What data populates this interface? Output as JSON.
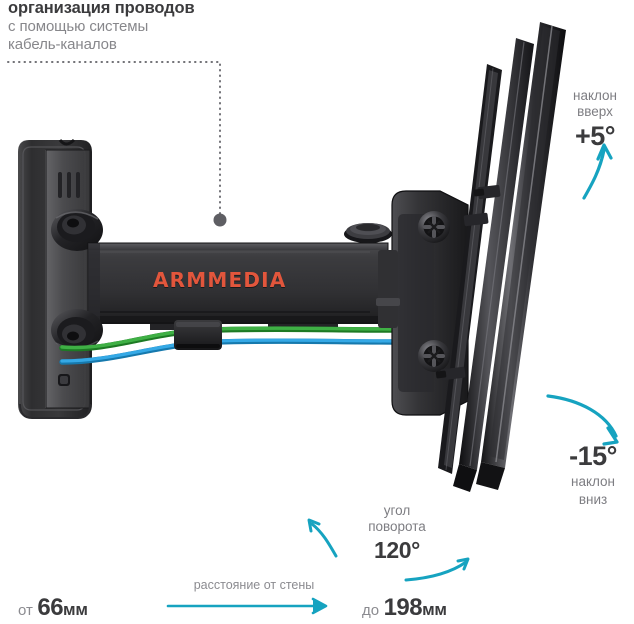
{
  "meta": {
    "product": "ARMMEDIA TV wall mount",
    "accent_color": "#16a3c0",
    "text_dark": "#3b3b3d",
    "text_muted": "#85858a",
    "cable_green": "#35a83c",
    "cable_blue": "#2aa4e0",
    "logo_color": "#e2563c"
  },
  "callout_cable": {
    "line1": "организация проводов",
    "line2": "с помощью системы",
    "line3": "кабель-каналов"
  },
  "tilt_up": {
    "caption_line1": "наклон",
    "caption_line2": "вверх",
    "value": "+5°"
  },
  "tilt_down": {
    "value": "-15°",
    "caption_line1": "наклон",
    "caption_line2": "вниз"
  },
  "swivel": {
    "caption_line1": "угол",
    "caption_line2": "поворота",
    "value": "120°"
  },
  "distance": {
    "label": "расстояние от стены",
    "min_prefix": "от",
    "min_value": "66",
    "min_unit": "мм",
    "max_prefix": "до",
    "max_value": "198",
    "max_unit": "мм"
  },
  "brand": {
    "logo_text": "ARMMEDIA"
  }
}
